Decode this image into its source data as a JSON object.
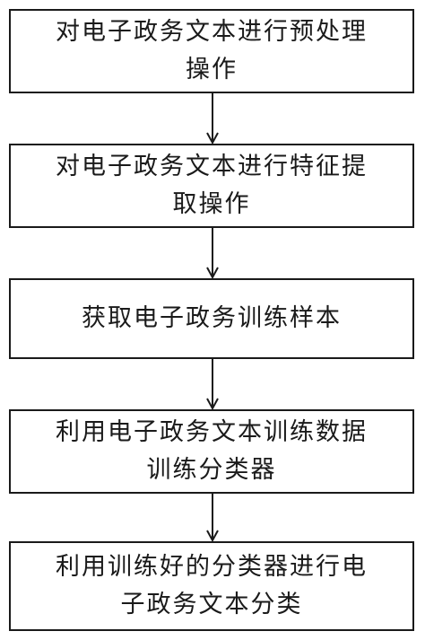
{
  "flowchart": {
    "steps": [
      {
        "id": "step-1",
        "text": "对电子政务文本进行预处理\n操作"
      },
      {
        "id": "step-2",
        "text": "对电子政务文本进行特征提\n取操作"
      },
      {
        "id": "step-3",
        "text": "获取电子政务训练样本"
      },
      {
        "id": "step-4",
        "text": "利用电子政务文本训练数据\n训练分类器"
      },
      {
        "id": "step-5",
        "text": "利用训练好的分类器进行电\n子政务文本分类"
      }
    ],
    "colors": {
      "line": "#1a1a1a",
      "background": "#ffffff"
    }
  }
}
